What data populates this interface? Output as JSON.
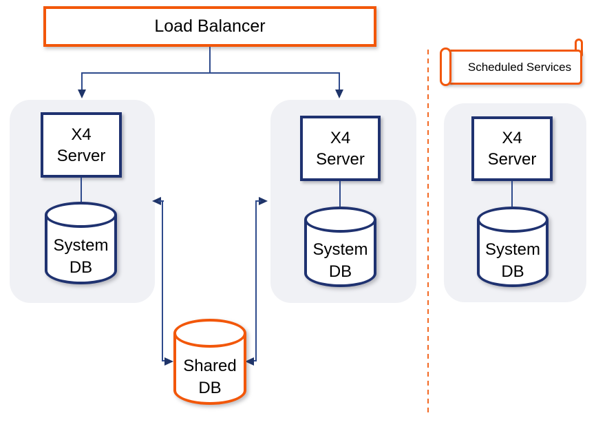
{
  "diagram": {
    "load_balancer_label": "Load Balancer",
    "scheduled_services_label": "Scheduled Services",
    "server_groups": [
      {
        "server_label": "X4\nServer",
        "db_label": "System\nDB"
      },
      {
        "server_label": "X4\nServer",
        "db_label": "System\nDB"
      },
      {
        "server_label": "X4\nServer",
        "db_label": "System\nDB"
      }
    ],
    "shared_db_label": "Shared\nDB",
    "colors": {
      "accent_orange": "#F2570A",
      "shape_navy": "#1F3270",
      "connector_blue": "#2E4A8C",
      "arrowhead_navy": "#1F3469",
      "group_background": "#F0F1F5"
    }
  }
}
